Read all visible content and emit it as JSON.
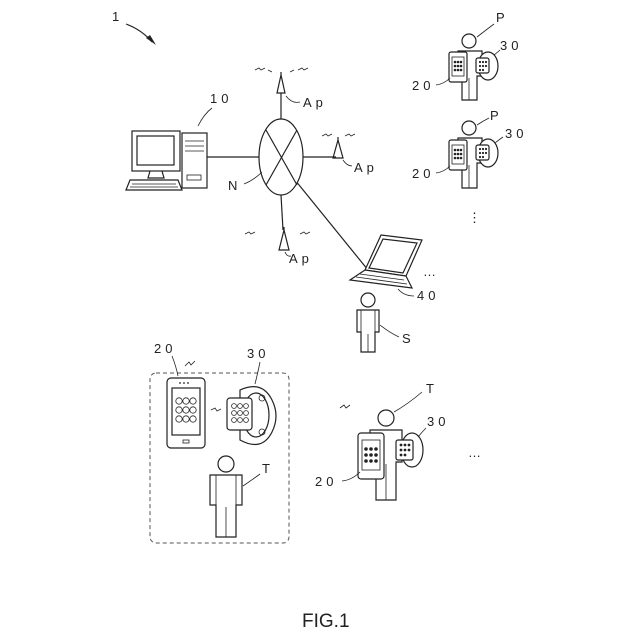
{
  "figure": {
    "ref_numeral": "1",
    "caption": "FIG.1"
  },
  "labels": {
    "server": "10",
    "network": "N",
    "ap_top": "Ap",
    "ap_right": "Ap",
    "ap_bottom": "Ap",
    "laptop": "40",
    "supervisor": "S",
    "p1_person": "P",
    "p1_phone": "20",
    "p1_watch": "30",
    "p2_person": "P",
    "p2_phone": "20",
    "p2_watch": "30",
    "detail_phone": "20",
    "detail_watch": "30",
    "detail_person": "T",
    "t2_person": "T",
    "t2_phone": "20",
    "t2_watch": "30",
    "ellipsis_vertical": "⋮",
    "ellipsis_laptop": "…",
    "ellipsis_bottom": "…"
  }
}
